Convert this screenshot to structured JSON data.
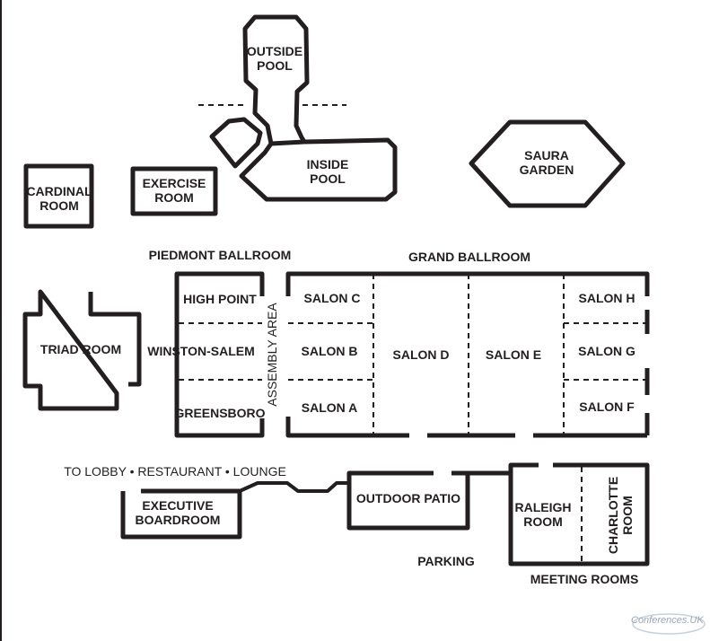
{
  "map": {
    "outside_pool": [
      "OUTSIDE",
      "POOL"
    ],
    "inside_pool": [
      "INSIDE",
      "POOL"
    ],
    "saura_garden": [
      "SAURA",
      "GARDEN"
    ],
    "cardinal_room": [
      "CARDINAL",
      "ROOM"
    ],
    "exercise_room": [
      "EXERCISE",
      "ROOM"
    ],
    "piedmont_ballroom": "PIEDMONT BALLROOM",
    "grand_ballroom": "GRAND BALLROOM",
    "high_point": "HIGH POINT",
    "winston_salem": "WINSTON-SALEM",
    "greensboro": "GREENSBORO",
    "assembly_area": "ASSEMBLY AREA",
    "triad_room": "TRIAD ROOM",
    "salon_a": "SALON A",
    "salon_b": "SALON B",
    "salon_c": "SALON C",
    "salon_d": "SALON D",
    "salon_e": "SALON E",
    "salon_f": "SALON F",
    "salon_g": "SALON G",
    "salon_h": "SALON H",
    "to_lobby": "TO LOBBY • RESTAURANT • LOUNGE",
    "executive_boardroom": [
      "EXECUTIVE",
      "BOARDROOM"
    ],
    "outdoor_patio": "OUTDOOR PATIO",
    "parking": "PARKING",
    "raleigh_room": [
      "RALEIGH",
      "ROOM"
    ],
    "charlotte_room": [
      "CHARLOTTE",
      "ROOM"
    ],
    "meeting_rooms": "MEETING ROOMS",
    "logo": "Conferences.UK"
  }
}
